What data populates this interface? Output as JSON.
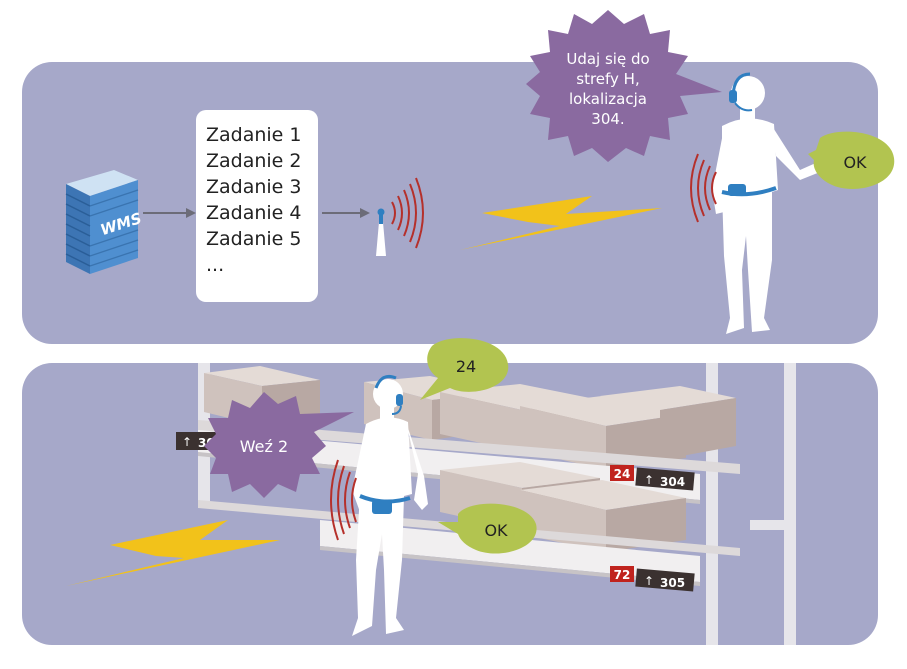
{
  "top": {
    "server_label": "WMS",
    "tasks": [
      "Zadanie 1",
      "Zadanie 2",
      "Zadanie 3",
      "Zadanie 4",
      "Zadanie 5",
      "..."
    ],
    "voice_prompt": [
      "Udaj się do",
      "strefy H,",
      "lokalizacja",
      "304."
    ],
    "reply": "OK"
  },
  "bottom": {
    "voice_prompt": "Weź 2",
    "reply_quantity": "24",
    "reply": "OK",
    "shelf_labels": [
      {
        "check": "24",
        "location": "304"
      },
      {
        "check": "72",
        "location": "305"
      },
      {
        "check": "",
        "location": "30"
      }
    ]
  },
  "colors": {
    "panel": "#a6a8c9",
    "speech_purple": "#8a6aa0",
    "speech_green": "#b2c450",
    "signal_red": "#b5302b",
    "lightning": "#f2c21a",
    "server_blue": "#4a86c5",
    "headset_blue": "#2f7fc1",
    "label_red": "#c0231e",
    "label_dark": "#3b3130"
  }
}
